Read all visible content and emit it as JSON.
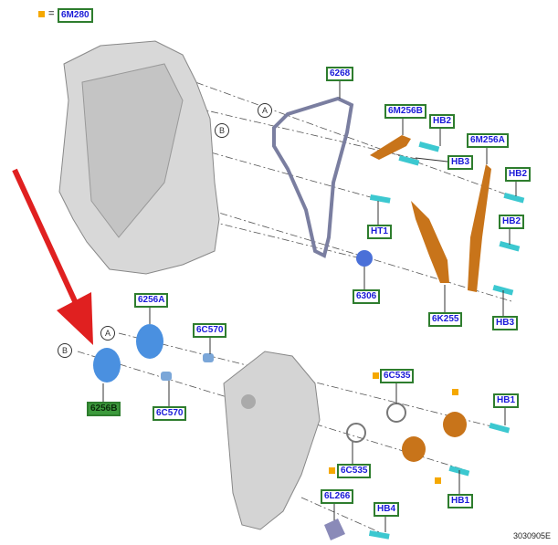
{
  "legend": {
    "symbol": "orange-square",
    "equals": "=",
    "part": "6M280",
    "color": "#f5a800"
  },
  "callouts": {
    "a_upper": "A",
    "b_upper": "B",
    "a_lower": "A",
    "b_lower": "B"
  },
  "labels": {
    "chain": "6268",
    "guide_b": "6M256B",
    "hb2_1": "HB2",
    "hb3_1": "HB3",
    "guide_a": "6M256A",
    "hb2_2": "HB2",
    "hb2_3": "HB2",
    "ht1": "HT1",
    "part_6306": "6306",
    "tensioner_arm": "6K255",
    "hb3_2": "HB3",
    "pulley_a": "6256A",
    "bolt_a": "6C570",
    "pulley_b": "6256B",
    "bolt_b": "6C570",
    "seal_1": "6C535",
    "hb1_1": "HB1",
    "seal_2": "6C535",
    "hb1_2": "HB1",
    "part_6l266": "6L266",
    "hb4": "HB4"
  },
  "diagram_code": "3030905E",
  "colors": {
    "label_text": "#1a1ad8",
    "label_border": "#2e7d2e",
    "highlight": "#3c9a3c",
    "arrow": "#e02020",
    "guide": "#c8741a",
    "bolt": "#3cc8d0",
    "pulley": "#4a90e0"
  }
}
